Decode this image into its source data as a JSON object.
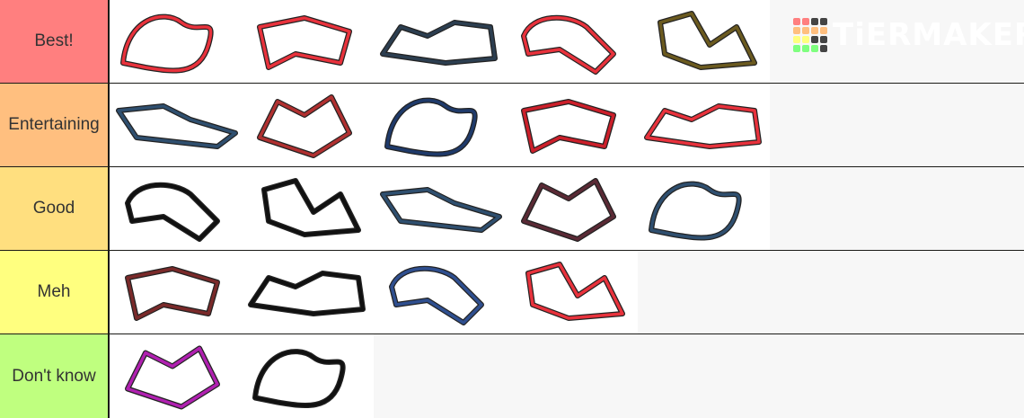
{
  "logo": {
    "text": "TiERMAKER",
    "grid_colors": [
      "#ff7f7f",
      "#ff7f7f",
      "#444444",
      "#444444",
      "#ffbf7f",
      "#ffbf7f",
      "#ffbf7f",
      "#ffbf7f",
      "#ffff7f",
      "#ffff7f",
      "#444444",
      "#444444",
      "#7fff7f",
      "#7fff7f",
      "#7fff7f",
      "#444444"
    ]
  },
  "tiers": [
    {
      "label": "Best!",
      "color": "#ff7f7f",
      "items": [
        {
          "icon": "track-map",
          "color": "#e8323c"
        },
        {
          "icon": "track-map",
          "color": "#e8323c"
        },
        {
          "icon": "track-map",
          "color": "#2c3e50"
        },
        {
          "icon": "track-map",
          "color": "#e8323c"
        },
        {
          "icon": "track-map",
          "color": "#6b5a1f"
        }
      ]
    },
    {
      "label": "Entertaining",
      "color": "#ffbf7f",
      "items": [
        {
          "icon": "track-map",
          "color": "#2f4f6f"
        },
        {
          "icon": "track-map",
          "color": "#b03030"
        },
        {
          "icon": "track-map",
          "color": "#1f3a6a"
        },
        {
          "icon": "track-map",
          "color": "#cc1f2a"
        },
        {
          "icon": "track-map",
          "color": "#e8323c"
        }
      ]
    },
    {
      "label": "Good",
      "color": "#ffdf7f",
      "items": [
        {
          "icon": "track-map",
          "color": "#111111"
        },
        {
          "icon": "track-map",
          "color": "#111111"
        },
        {
          "icon": "track-map",
          "color": "#2f4f6f"
        },
        {
          "icon": "track-map",
          "color": "#5a2a35"
        },
        {
          "icon": "track-map",
          "color": "#2f4f6f"
        }
      ]
    },
    {
      "label": "Meh",
      "color": "#ffff7f",
      "items": [
        {
          "icon": "track-map",
          "color": "#7a2a2a"
        },
        {
          "icon": "track-map",
          "color": "#111111"
        },
        {
          "icon": "track-map",
          "color": "#2f4f8f"
        },
        {
          "icon": "track-map",
          "color": "#e8323c"
        }
      ]
    },
    {
      "label": "Don't know",
      "color": "#bfff7f",
      "items": [
        {
          "icon": "track-map",
          "color": "#b020b0"
        },
        {
          "icon": "track-map",
          "color": "#111111"
        }
      ]
    }
  ]
}
